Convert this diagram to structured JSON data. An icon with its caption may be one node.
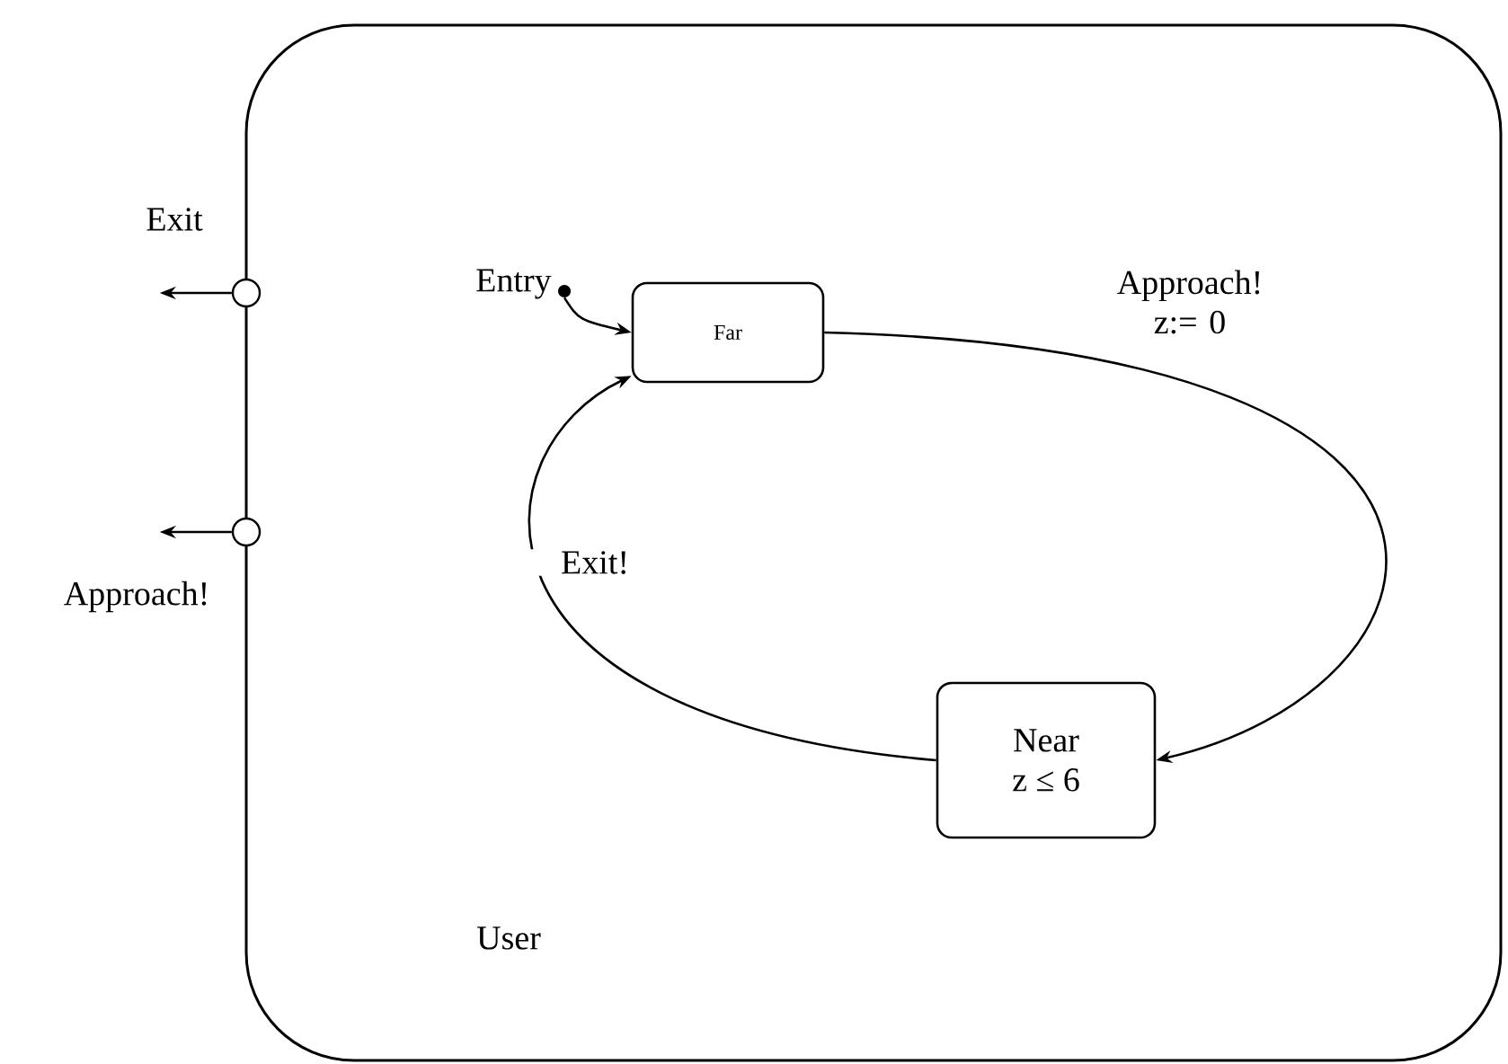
{
  "diagram": {
    "nodes": [
      {
        "text": [
          "User"
        ]
      },
      {
        "text": [
          "Far"
        ],
        "in": 0
      },
      {
        "text": [
          "Near",
          "z ≤ 6"
        ],
        "in": 0
      },
      {
        "text": [],
        "shape": "circle",
        "beside": [
          "Entry"
        ],
        "in": 0
      },
      {
        "text": [],
        "shape": "circle",
        "beside": [
          "Exit"
        ]
      },
      {
        "text": [],
        "shape": "circle",
        "beside": [
          "Approach!"
        ]
      }
    ],
    "edges": [
      {
        "from": 3,
        "to": 1,
        "arrow": "to"
      },
      {
        "from": 1,
        "to": 2,
        "arrow": "to",
        "label": "Approach! z:= 0"
      },
      {
        "from": 2,
        "to": 1,
        "arrow": "to",
        "label": "Exit!"
      },
      {
        "from": 4,
        "to": null,
        "arrow": "to"
      },
      {
        "from": 5,
        "to": null,
        "arrow": "to"
      }
    ]
  }
}
